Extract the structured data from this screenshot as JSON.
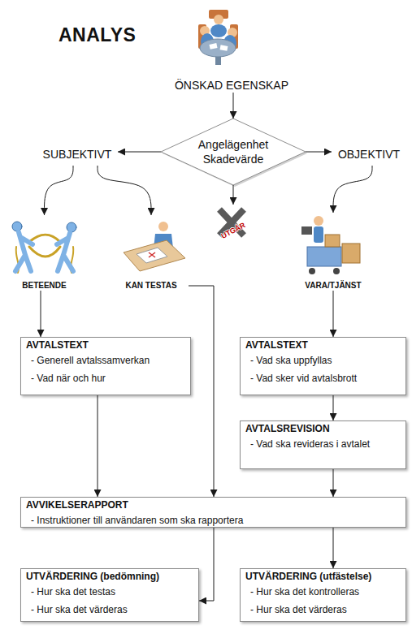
{
  "diagram": {
    "title": "ANALYS",
    "nodes": [
      {
        "text": [
          "ÖNSKAD EGENSKAP"
        ]
      },
      {
        "text": [
          "Angelägenhet Skadevärde"
        ]
      },
      {
        "text": [
          "SUBJEKTIVT"
        ]
      },
      {
        "text": [
          "OBJEKTIVT"
        ]
      },
      {
        "text": [
          "UTGÅR"
        ]
      },
      {
        "text": [
          "BETEENDE"
        ]
      },
      {
        "text": [
          "KAN TESTAS"
        ]
      },
      {
        "text": [
          "VARA/TJÄNST"
        ]
      },
      {
        "text": [
          "AVTALSTEXT",
          "- Generell avtalssamverkan",
          "- Vad när och hur"
        ]
      },
      {
        "text": [
          "AVTALSTEXT",
          "- Vad ska uppfyllas",
          "- Vad sker vid avtalsbrott"
        ]
      },
      {
        "text": [
          "AVTALSREVISION",
          "- Vad ska revideras i avtalet"
        ]
      },
      {
        "text": [
          "AVVIKELSERAPPORT",
          "- Instruktioner till användaren som ska rapportera"
        ]
      },
      {
        "text": [
          "UTVÄRDERING (bedömning)",
          "- Hur ska det testas",
          "- Hur ska det värderas"
        ]
      },
      {
        "text": [
          "UTVÄRDERING (utfästelse)",
          "- Hur ska det kontrolleras",
          "- Hur ska det värderas"
        ]
      }
    ],
    "edges": [
      {
        "from": 0,
        "to": 1,
        "arrow": "to"
      },
      {
        "from": 1,
        "to": 2,
        "arrow": "to"
      },
      {
        "from": 1,
        "to": 3,
        "arrow": "to"
      },
      {
        "from": 1,
        "to": 4,
        "arrow": "to"
      },
      {
        "from": 2,
        "to": 5,
        "arrow": "to"
      },
      {
        "from": 2,
        "to": 6,
        "arrow": "to"
      },
      {
        "from": 3,
        "to": 7,
        "arrow": "to"
      },
      {
        "from": 5,
        "to": 8,
        "arrow": "to"
      },
      {
        "from": 7,
        "to": 9,
        "arrow": "to"
      },
      {
        "from": 9,
        "to": 10,
        "arrow": "to"
      },
      {
        "from": 8,
        "to": 11,
        "arrow": "to"
      },
      {
        "from": 6,
        "to": 11,
        "arrow": "to"
      },
      {
        "from": 10,
        "to": 11,
        "arrow": "to"
      },
      {
        "from": 11,
        "to": 12,
        "arrow": "to"
      },
      {
        "from": 11,
        "to": 13,
        "arrow": "to"
      }
    ]
  }
}
